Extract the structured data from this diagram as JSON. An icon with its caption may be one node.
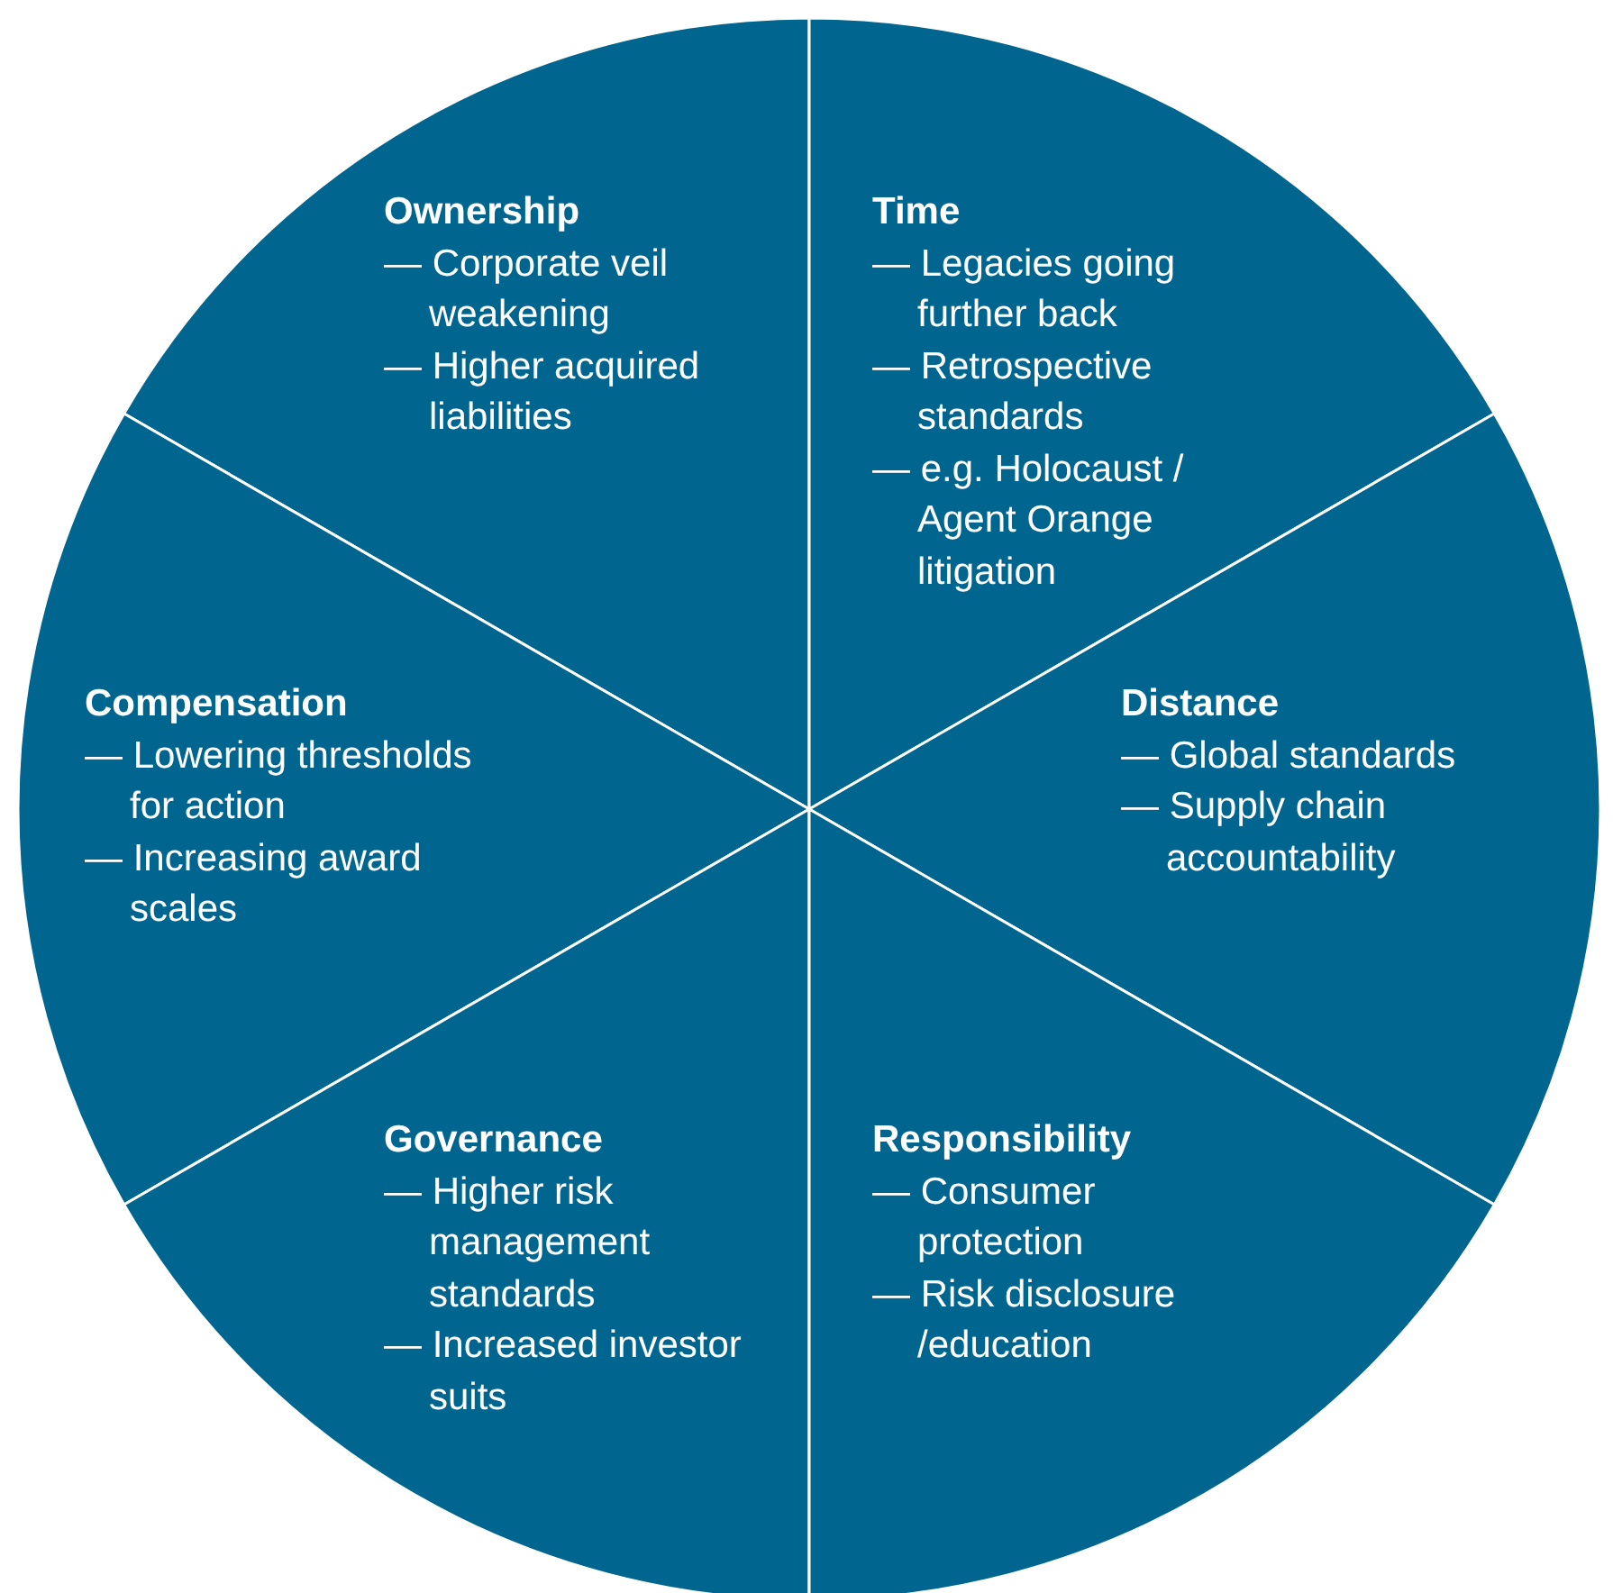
{
  "diagram": {
    "nodes": [
      {
        "text": [
          "Ownership",
          "— Corporate veil weakening",
          "— Higher acquired liabilities"
        ]
      },
      {
        "text": [
          "Time",
          "— Legacies going further back",
          "— Retrospective standards",
          "— e.g. Holocaust / Agent Orange litigation"
        ]
      },
      {
        "text": [
          "Compensation",
          "— Lowering thresholds for action",
          "— Increasing award scales"
        ]
      },
      {
        "text": [
          "Distance",
          "— Global standards",
          "— Supply chain accountability"
        ]
      },
      {
        "text": [
          "Governance",
          "— Higher risk management standards",
          "— Increased investor suits"
        ]
      },
      {
        "text": [
          "Responsibility",
          "— Consumer protection",
          "— Risk disclosure /education"
        ]
      }
    ]
  }
}
